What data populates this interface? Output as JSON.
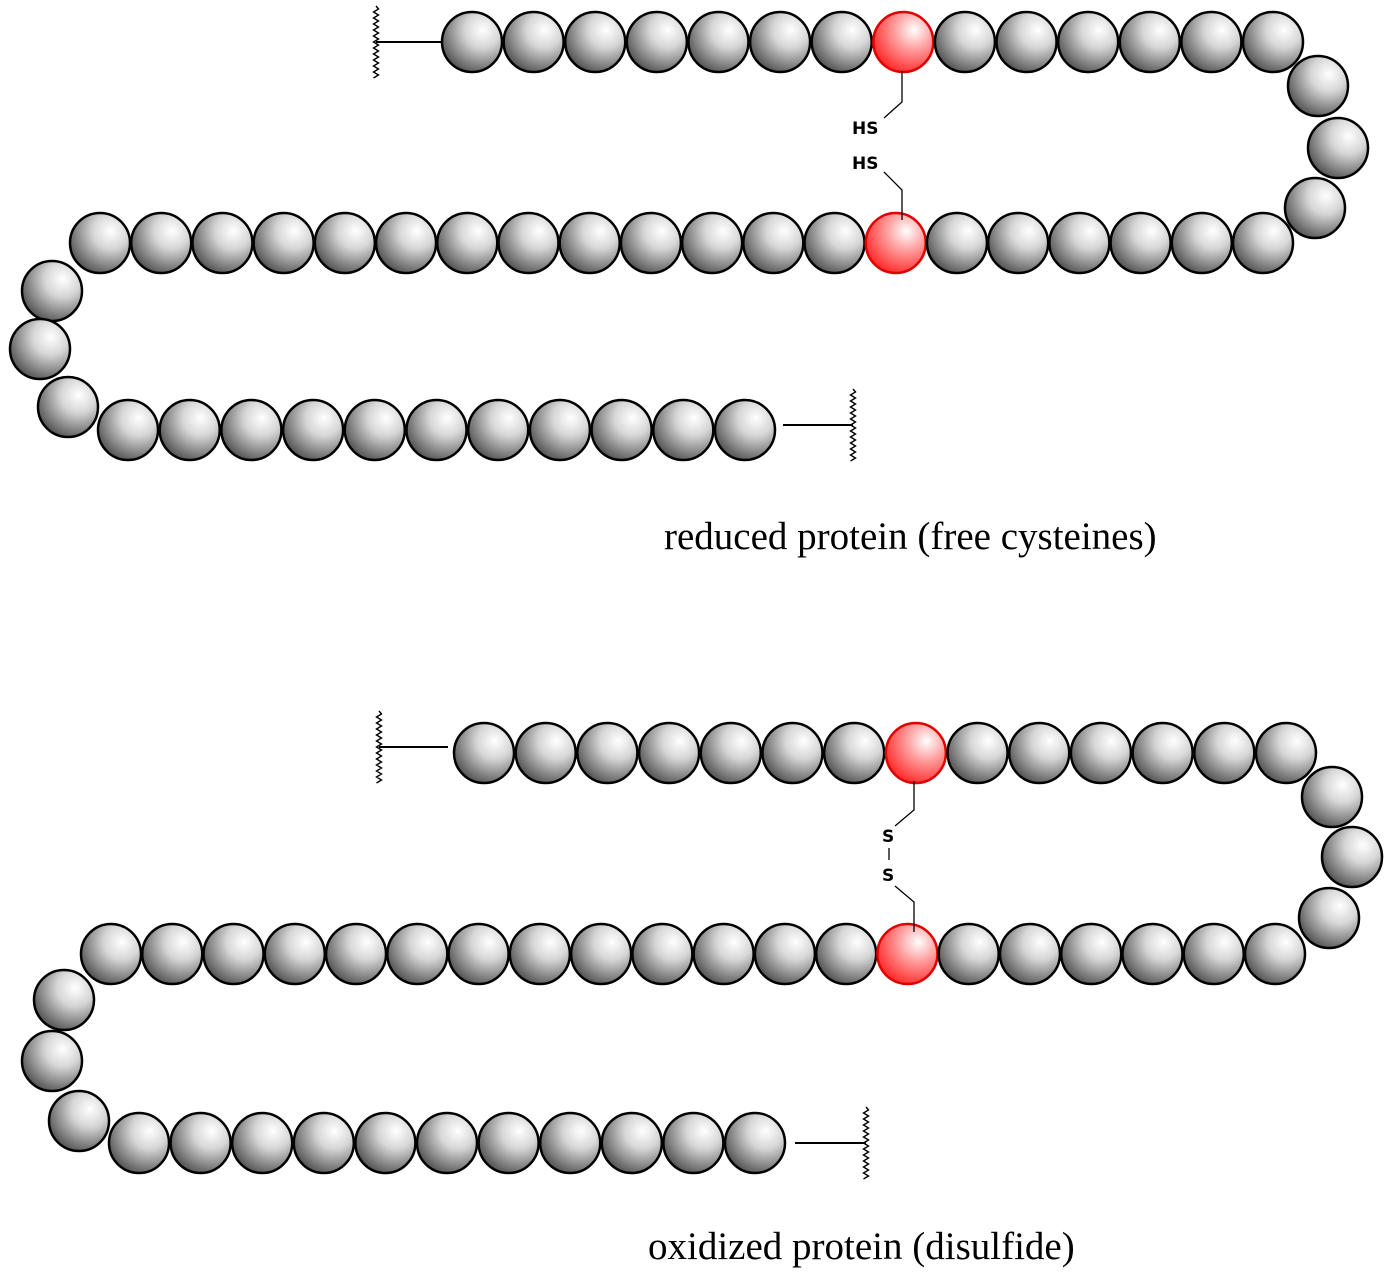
{
  "diagrams": [
    {
      "caption": "reduced protein (free cysteines)",
      "cysteine_labels": [
        "HS",
        "HS"
      ]
    },
    {
      "caption": "oxidized protein (disulfide)",
      "cysteine_labels": [
        "S",
        "S"
      ]
    }
  ],
  "colors": {
    "residue": "#8a8a8a",
    "cysteine": "#ff1a1a",
    "outline": "#000000"
  }
}
